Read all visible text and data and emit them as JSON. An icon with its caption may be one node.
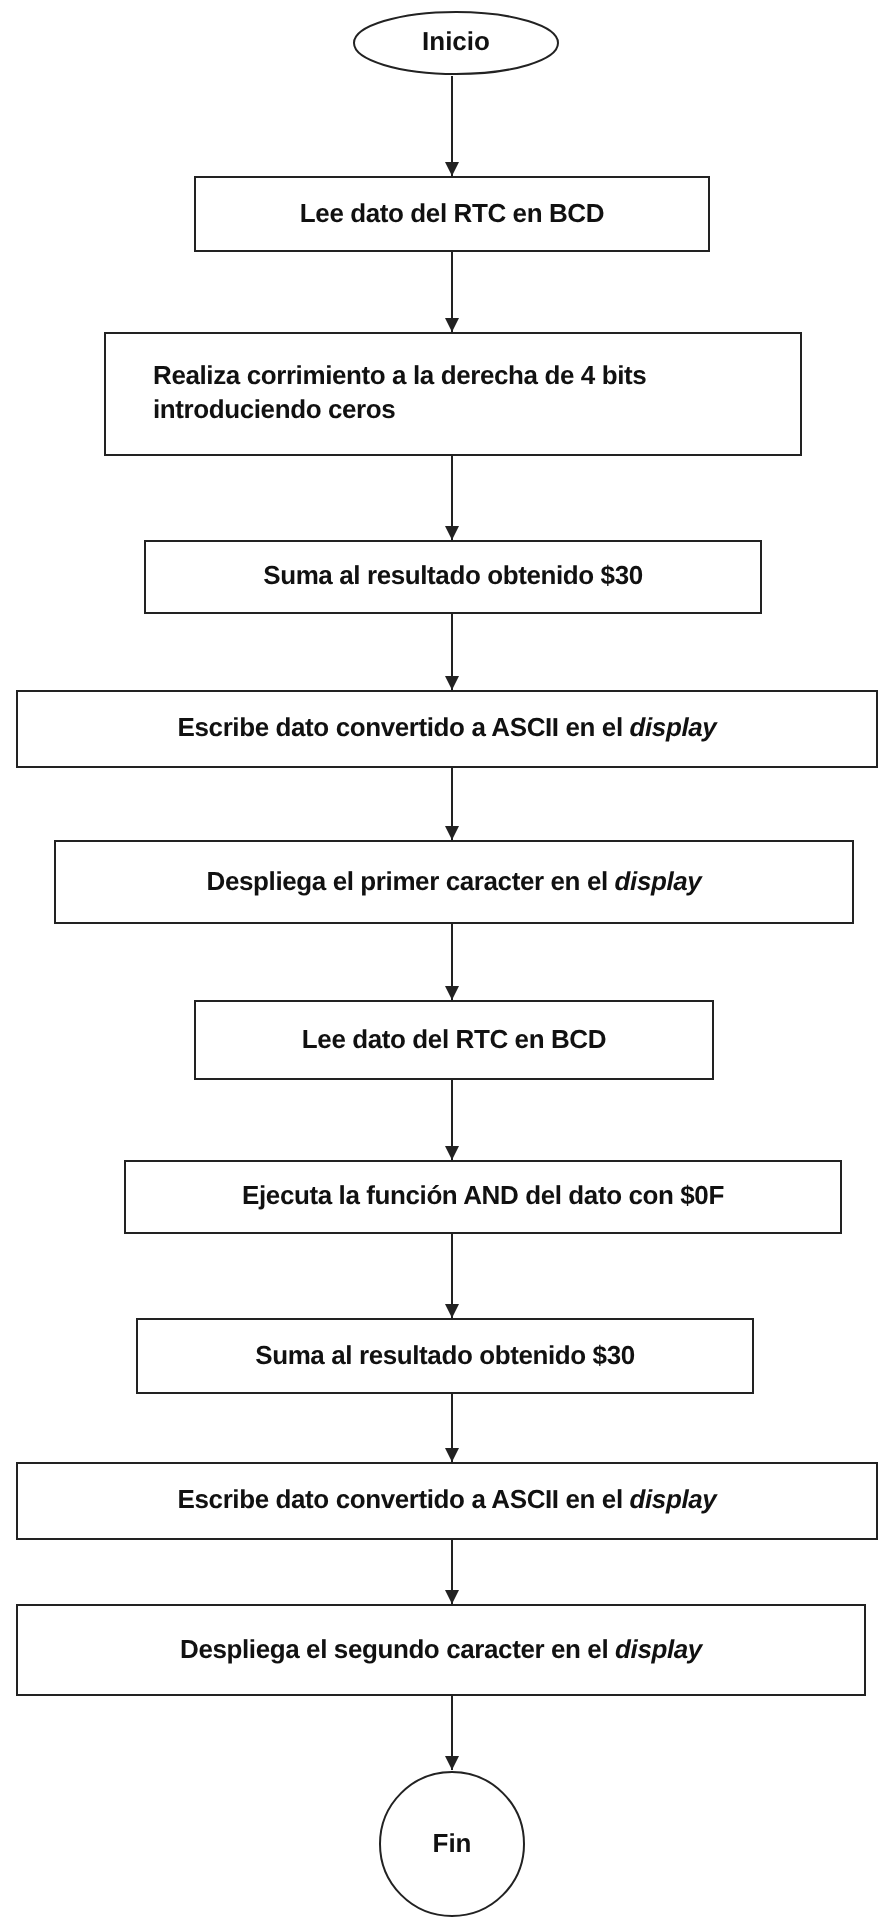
{
  "diagram": {
    "nodes": [
      {
        "text": [
          "Inicio"
        ]
      },
      {
        "text": [
          "Lee dato del RTC en BCD"
        ]
      },
      {
        "text": [
          "Realiza corrimiento a la derecha de 4 bits introduciendo ceros"
        ]
      },
      {
        "text": [
          "Suma al resultado obtenido $30"
        ]
      },
      {
        "text": [
          "Escribe dato convertido a ASCII en el *display*"
        ]
      },
      {
        "text": [
          "Despliega el primer caracter en el *display*"
        ]
      },
      {
        "text": [
          "Lee dato del RTC en BCD"
        ]
      },
      {
        "text": [
          "Ejecuta la función AND del dato con $0F"
        ]
      },
      {
        "text": [
          "Suma al resultado obtenido $30"
        ]
      },
      {
        "text": [
          "Escribe dato convertido a ASCII en el *display*"
        ]
      },
      {
        "text": [
          "Despliega el segundo caracter en el *display*"
        ]
      },
      {
        "text": [
          "Fin"
        ]
      }
    ],
    "edges": [
      {
        "from": 0,
        "to": 1,
        "arrow": "to"
      },
      {
        "from": 1,
        "to": 2,
        "arrow": "to"
      },
      {
        "from": 2,
        "to": 3,
        "arrow": "to"
      },
      {
        "from": 3,
        "to": 4,
        "arrow": "to"
      },
      {
        "from": 4,
        "to": 5,
        "arrow": "to"
      },
      {
        "from": 5,
        "to": 6,
        "arrow": "to"
      },
      {
        "from": 6,
        "to": 7,
        "arrow": "to"
      },
      {
        "from": 7,
        "to": 8,
        "arrow": "to"
      },
      {
        "from": 8,
        "to": 9,
        "arrow": "to"
      },
      {
        "from": 9,
        "to": 10,
        "arrow": "to"
      },
      {
        "from": 10,
        "to": 11,
        "arrow": "to"
      }
    ]
  }
}
